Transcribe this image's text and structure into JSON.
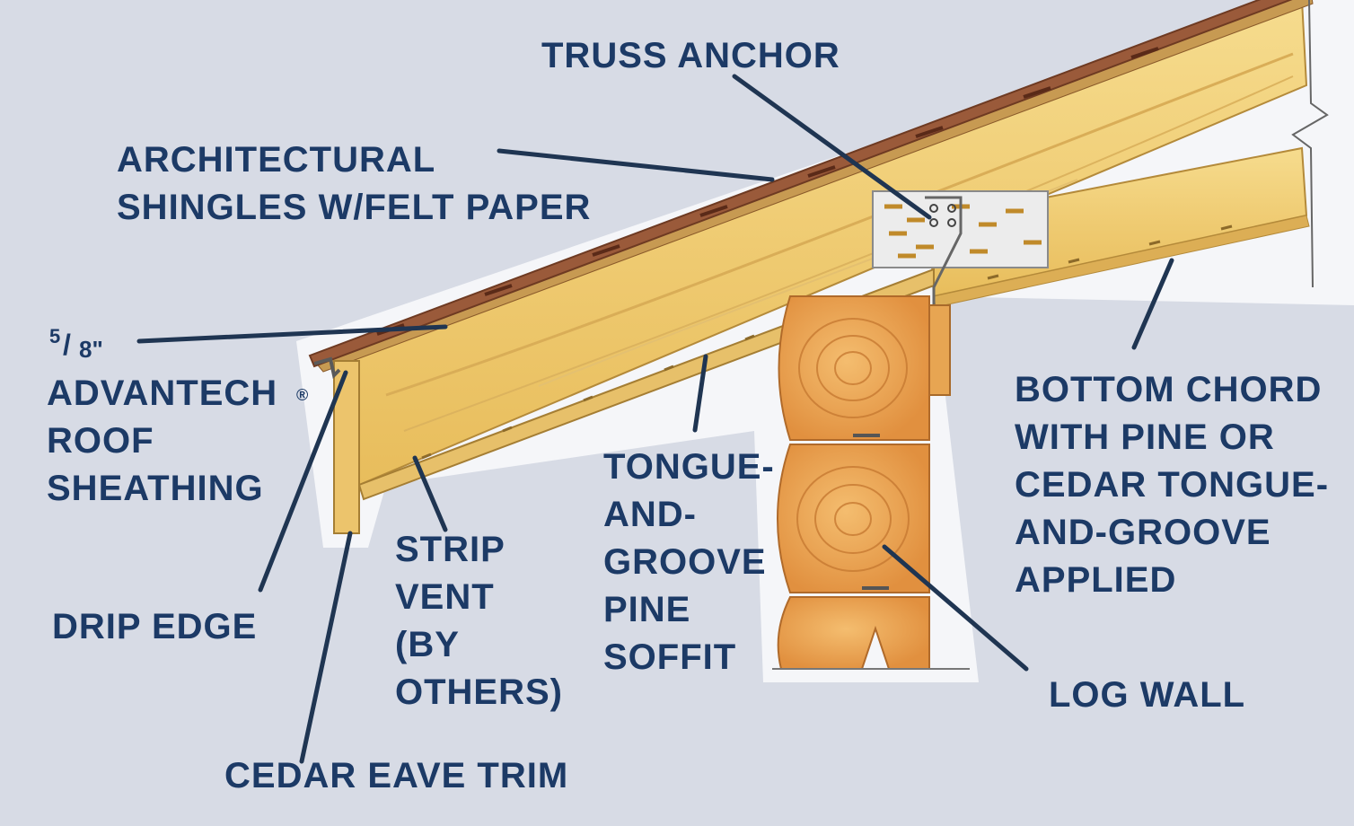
{
  "labels": {
    "truss_anchor": "TRUSS ANCHOR",
    "shingles": "ARCHITECTURAL\nSHINGLES W/FELT PAPER",
    "sheathing_size_num": "5",
    "sheathing_size_den": "8\"",
    "sheathing": "ADVANTECH\nROOF\nSHEATHING",
    "registered_mark": "®",
    "bottom_chord": "BOTTOM CHORD\nWITH PINE OR\nCEDAR TONGUE-\nAND-GROOVE\nAPPLIED",
    "soffit": "TONGUE-\nAND-\nGROOVE\nPINE\nSOFFIT",
    "strip_vent": "STRIP\nVENT\n(BY\nOTHERS)",
    "drip_edge": "DRIP EDGE",
    "log_wall": "LOG WALL",
    "eave_trim": "CEDAR EAVE TRIM"
  },
  "colors": {
    "background": "#d7dbe5",
    "label_text": "#1c3a66",
    "leader_line": "#1f3552",
    "wood_light": "#f2d27c",
    "wood_mid": "#e9bd5d",
    "shingle": "#9a5a3a",
    "log": "#e9a04f",
    "log_ring": "#c77a32",
    "truss_plate": "#e6e6e6"
  }
}
